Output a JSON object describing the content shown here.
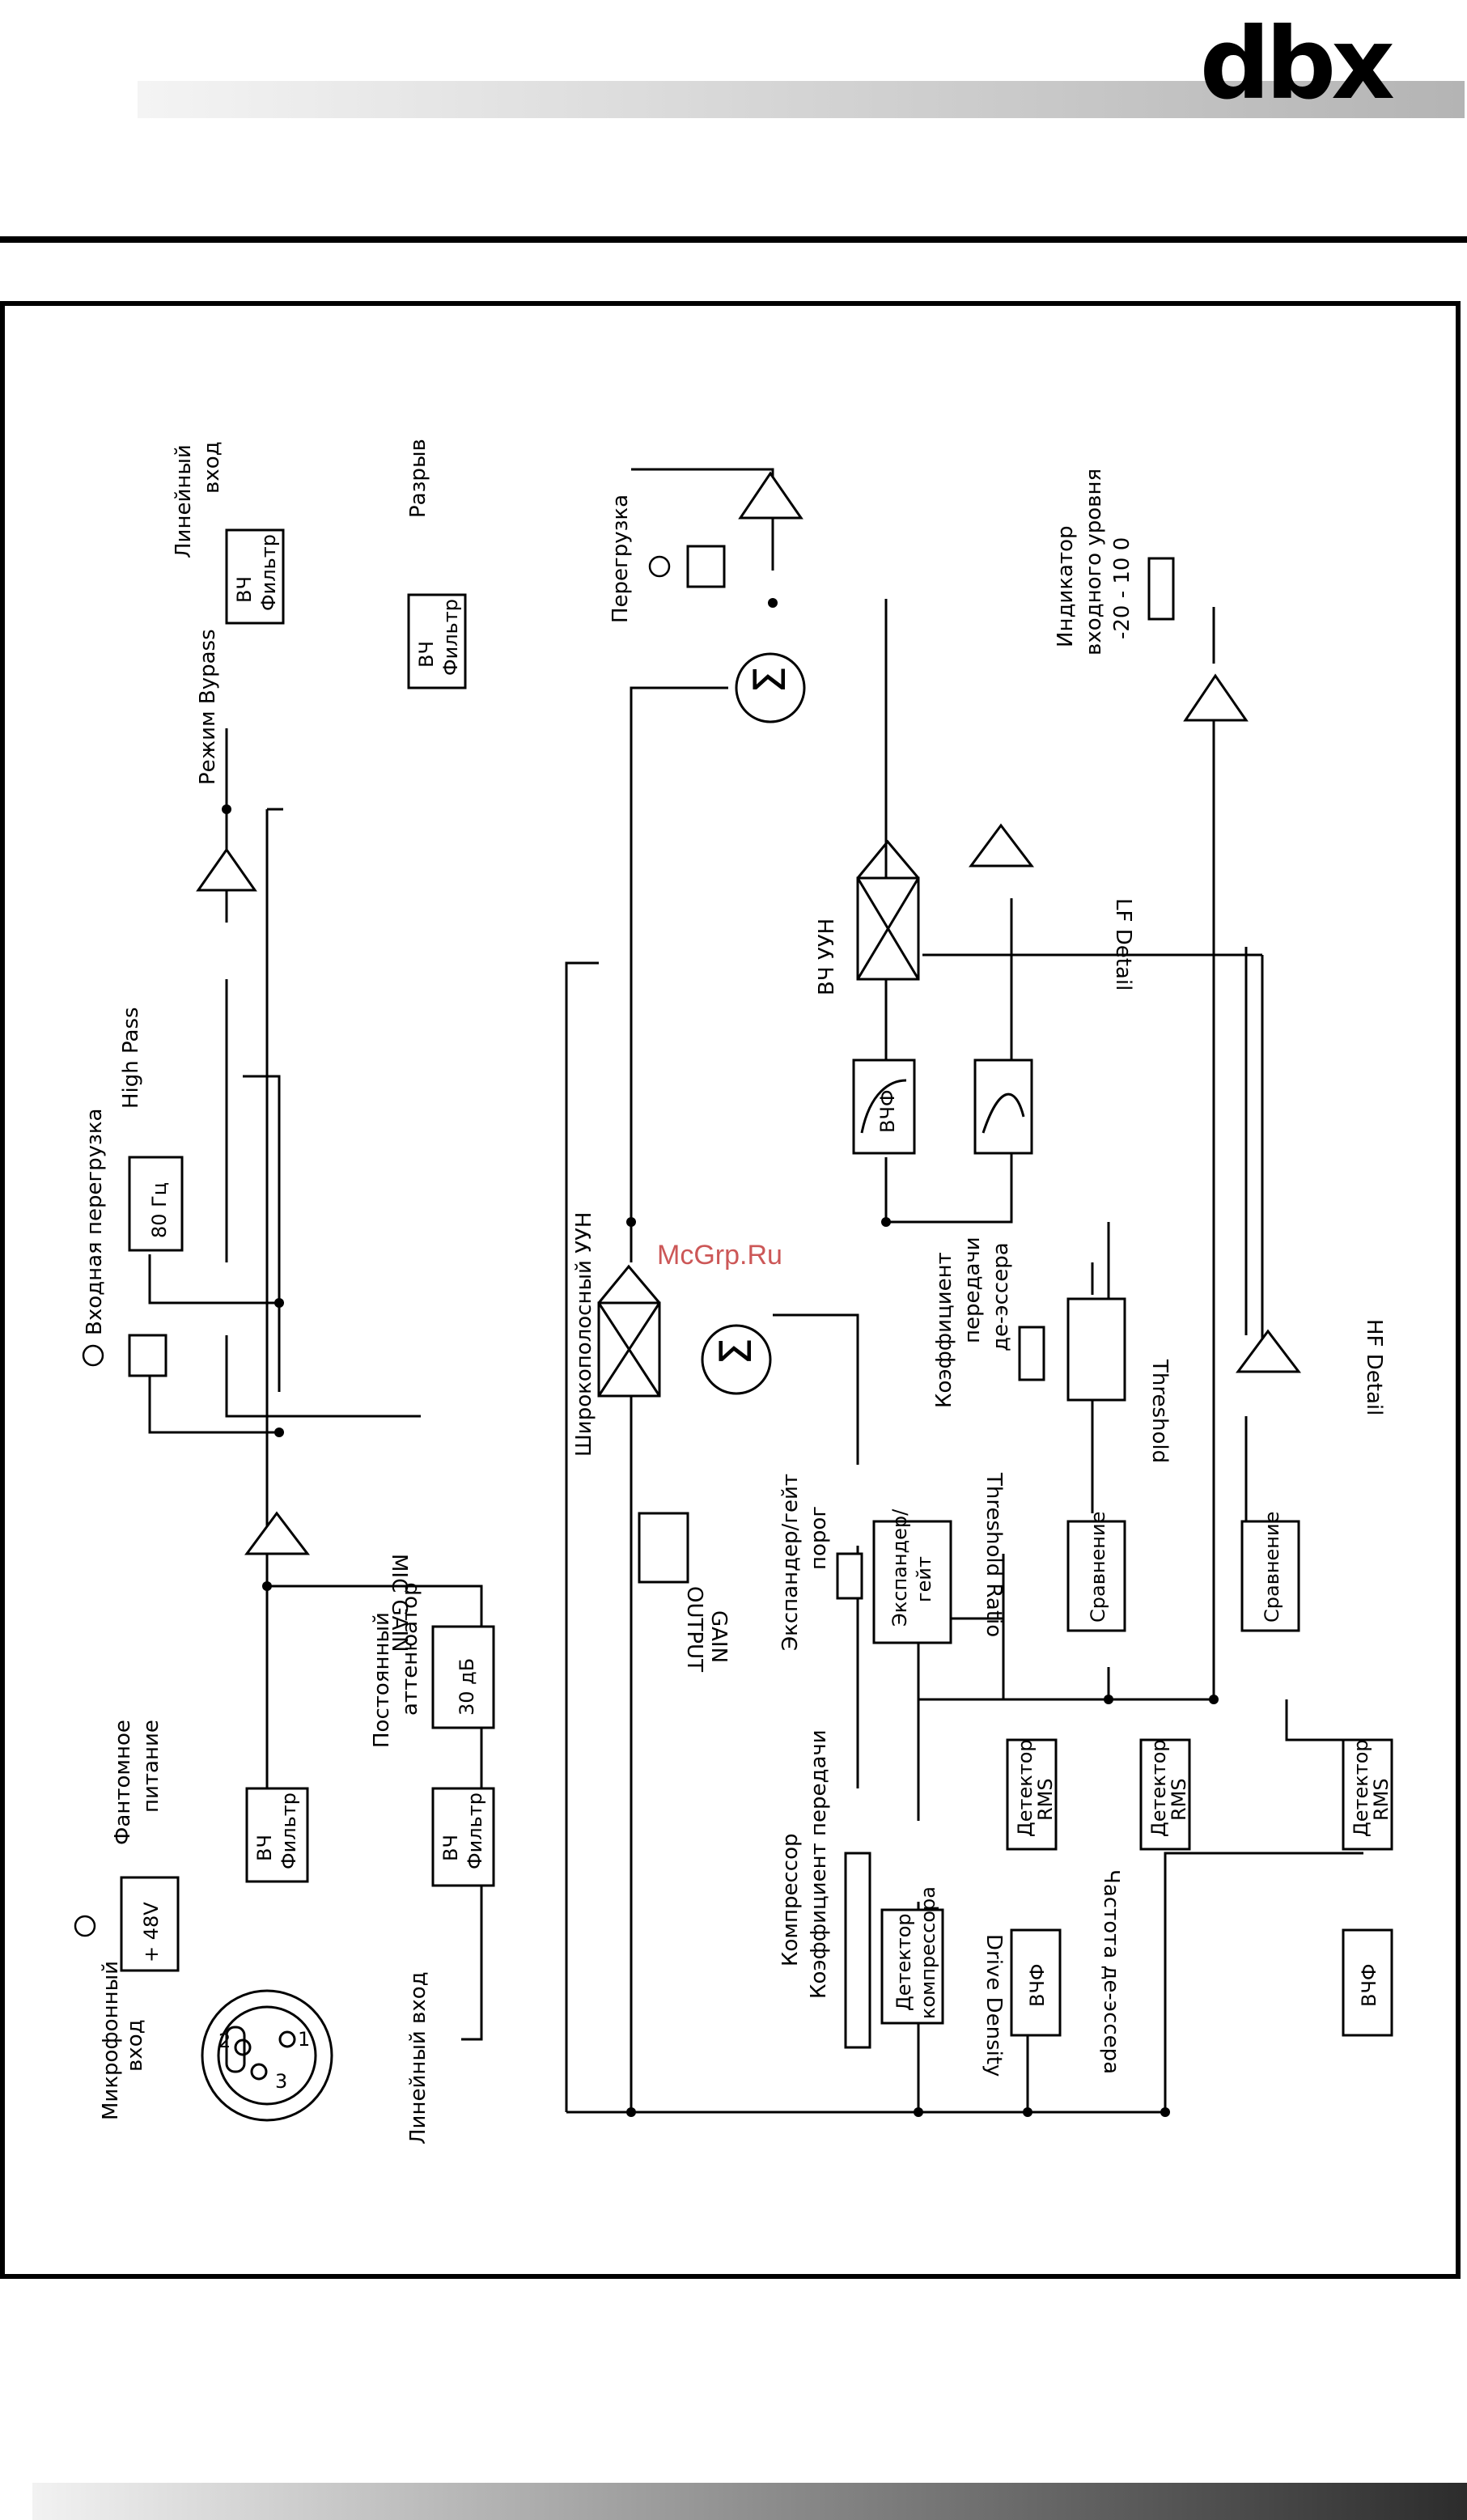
{
  "header": {
    "logo": "dbx"
  },
  "watermark": "McGrp.Ru",
  "labels": {
    "mic_input": [
      "Микрофонный",
      "вход"
    ],
    "phantom_power": [
      "Фантомное",
      "питание"
    ],
    "phantom_voltage": "+ 48V",
    "xlr_pin1": "1",
    "xlr_pin2": "2",
    "xlr_pin3": "3",
    "line_input_left": "Линейный вход",
    "hpf_filter_1": [
      "ВЧ",
      "Фильтр"
    ],
    "hpf_filter_2": [
      "ВЧ",
      "Фильтр"
    ],
    "attenuator_title": [
      "Постоянный",
      "аттенюатор"
    ],
    "attenuator_value": "30 дБ",
    "mic_gain": "MIC GAIN",
    "input_overload": "Входная перегрузка",
    "hz80": "80 Гц",
    "high_pass": "High Pass",
    "bypass_mode": "Режим Bypass",
    "hpf_filter_3": [
      "ВЧ",
      "Фильтр"
    ],
    "line_input_top": [
      "Линейный",
      "вход"
    ],
    "hpf_filter_4": [
      "ВЧ",
      "Фильтр"
    ],
    "insert": "Разрыв",
    "overload": "Перегрузка",
    "sigma": "Σ",
    "input_level_indicator": [
      "Индикатор",
      "входного уровня",
      "-20 - 10 0"
    ],
    "hf_amp": "ВЧ УУН",
    "lf_detail": "LF Detail",
    "hpf_box": "ВЧФ",
    "wideband_vca": "Широкополосный УУН",
    "output_gain": [
      "OUTPUT",
      "GAIN"
    ],
    "deesser_ratio": [
      "Коэффициент",
      "передачи",
      "де-эссера"
    ],
    "threshold": "Threshold",
    "hf_detail": "HF Detail",
    "expander_threshold": [
      "Экспандер/гейт",
      "порог"
    ],
    "expander_gate": [
      "Экспандер/",
      "гейт"
    ],
    "threshold_ratio": "Threshold Ratio",
    "comparison": "Сравнение",
    "compressor_ratio": [
      "Компрессор",
      "Коэффициент передачи"
    ],
    "compressor_detector": [
      "Детектор",
      "компрессора"
    ],
    "drive_density": "Drive Density",
    "rms_detector": [
      "Детектор",
      "RMS"
    ],
    "deesser_freq": "Частота де-эссера"
  }
}
